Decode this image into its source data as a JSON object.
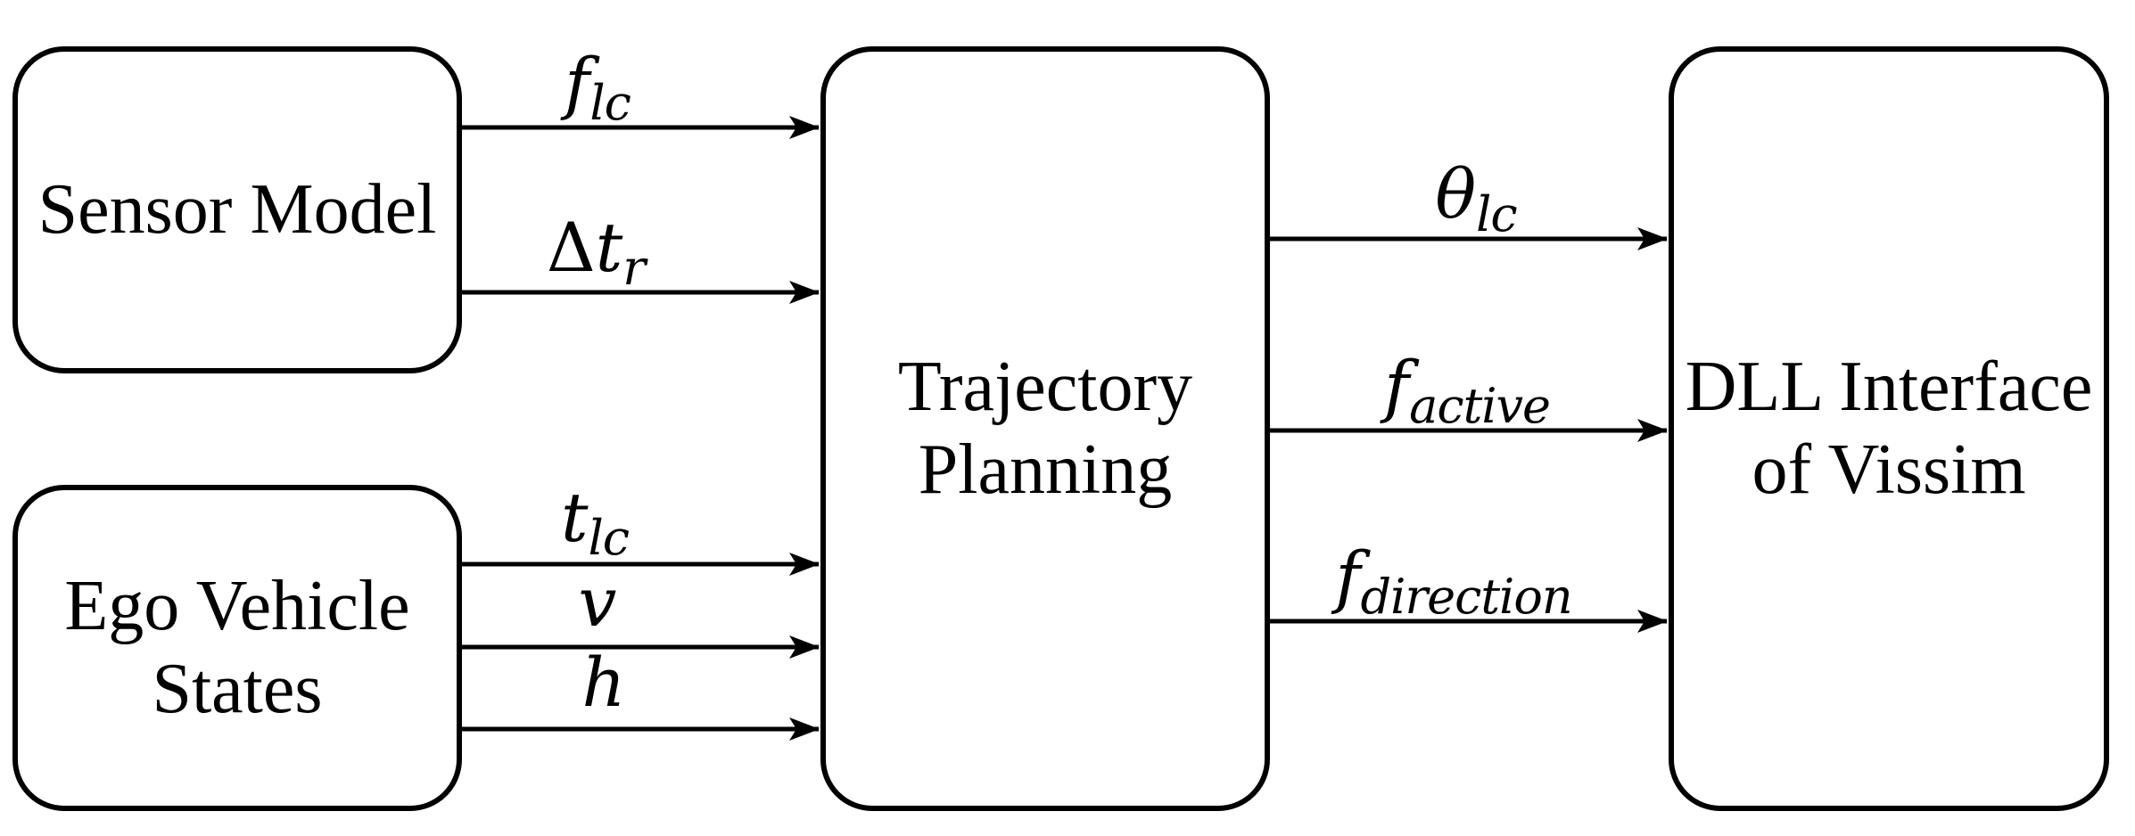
{
  "diagram": {
    "background_color": "#ffffff",
    "stroke_color": "#000000"
  },
  "boxes": [
    {
      "id": "sensor-model",
      "label": "Sensor Model"
    },
    {
      "id": "ego-vehicle-states",
      "label": "Ego Vehicle\nStates"
    },
    {
      "id": "trajectory-planning",
      "label": "Trajectory\nPlanning"
    },
    {
      "id": "dll-interface",
      "label": "DLL Interface\nof Vissim"
    }
  ],
  "connections": [
    {
      "from": "sensor-model",
      "to": "trajectory-planning",
      "prefix": "",
      "main": "f",
      "sub": "lc"
    },
    {
      "from": "sensor-model",
      "to": "trajectory-planning",
      "prefix": "Δ",
      "main": "t",
      "sub": "r"
    },
    {
      "from": "ego-vehicle-states",
      "to": "trajectory-planning",
      "prefix": "",
      "main": "t",
      "sub": "lc"
    },
    {
      "from": "ego-vehicle-states",
      "to": "trajectory-planning",
      "prefix": "",
      "main": "v",
      "sub": ""
    },
    {
      "from": "ego-vehicle-states",
      "to": "trajectory-planning",
      "prefix": "",
      "main": "h",
      "sub": ""
    },
    {
      "from": "trajectory-planning",
      "to": "dll-interface",
      "prefix": "",
      "main": "θ",
      "sub": "lc"
    },
    {
      "from": "trajectory-planning",
      "to": "dll-interface",
      "prefix": "",
      "main": "f",
      "sub": "active"
    },
    {
      "from": "trajectory-planning",
      "to": "dll-interface",
      "prefix": "",
      "main": "f",
      "sub": "direction"
    }
  ]
}
